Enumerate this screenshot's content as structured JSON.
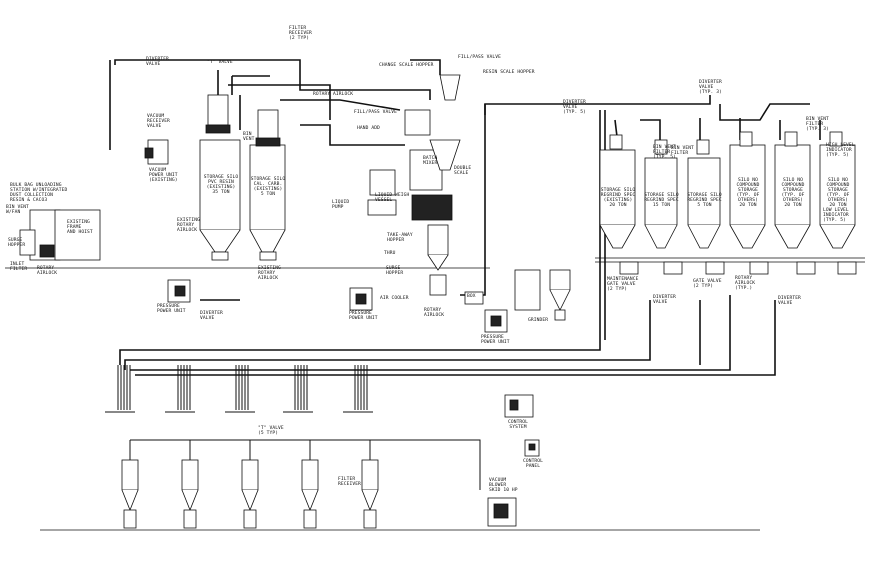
{
  "labels": {
    "diverter_valve_top": "DIVERTER\nVALVE",
    "t_valve_top": "\"T\" VALVE",
    "filter_receiver_top": "FILTER\nRECEIVER\n(2 TYP)",
    "rotary_airlock_top": "ROTARY AIRLOCK",
    "change_scale_hopper": "CHANGE SCALE HOPPER",
    "fill_pass_valve_top": "FILL/PASS VALVE",
    "resin_scale_hopper": "RESIN SCALE HOPPER",
    "vacuum_receiver": "VACUUM\nRECEIVER\nVALVE",
    "fill_pass_valve_mid": "FILL/PASS VALVE",
    "bin_vent_a": "BIN\nVENT",
    "hand_add": "HAND ADD",
    "vacuum_power_unit": "VACUUM\nPOWER UNIT\n(EXISTING)",
    "storage_silo_pvc": "STORAGE SILO\nPVC RESIN\n(EXISTING)\n35 TON",
    "storage_silo_cal": "STORAGE SILO\nCAL. CARB.\n(EXISTING)\n5 TON",
    "batch_mixer": "BATCH\nMIXER",
    "double_scale": "DOUBLE\nSCALE",
    "bulk_bag_unloading": "BULK BAG UNLOADING\nSTATION W/INTEGRATED\nDUST COLLECTION\nRESIN & CaCO3",
    "bin_vent_fan": "BIN VENT\nW/FAN",
    "existing_frame": "EXISTING\nFRAME\nAND HOIST",
    "liquid_pump": "LIQUID\nPUMP",
    "liquid_weigh_vessel": "LIQUID WEIGH\nVESSEL",
    "existing_rotary_airlock_a": "EXISTING\nROTARY\nAIRLOCK",
    "existing_rotary_airlock_b": "EXISTING\nROTARY\nAIRLOCK",
    "surge_hopper": "SURGE\nHOPPER",
    "inlet_filter": "INLET\nFILTER",
    "rotary_airlock_left": "ROTARY\nAIRLOCK",
    "take_away_hopper": "TAKE-AWAY\nHOPPER",
    "surge_hopper_mid": "SURGE\nHOPPER",
    "thru": "THRU",
    "pressure_power_unit_a": "PRESSURE\nPOWER UNIT",
    "diverter_valve_a": "DIVERTER\nVALVE",
    "pressure_power_unit_b": "PRESSURE\nPOWER UNIT",
    "air_cooler": "AIR COOLER",
    "rotary_airlock_mid": "ROTARY\nAIRLOCK",
    "box": "BOX",
    "pressure_power_unit_c": "PRESSURE\nPOWER UNIT",
    "grinder": "GRINDER",
    "diverter_valve_typ5": "DIVERTER\nVALVE\n(TYP. 5)",
    "diverter_valve_typ3": "DIVERTER\nVALVE\n(TYP. 3)",
    "storage_silo_a": "STORAGE SILO\nREGRIND SPEC\n(EXISTING)\n20 TON",
    "storage_silo_b": "STORAGE SILO\nREGRIND SPEC\n15 TON",
    "storage_silo_c": "STORAGE SILO\nREGRIND SPEC\n5 TON",
    "silo_d": "SILO NO\nCOMPOUND\nSTORAGE\n(TYP. OF OTHERS)\n20 TON",
    "silo_e": "SILO NO\nCOMPOUND\nSTORAGE\n(TYP. OF OTHERS)\n20 TON",
    "silo_f": "SILO NO\nCOMPOUND\nSTORAGE\n(TYP. OF OTHERS)\n20 TON",
    "bin_vent_filter_typ5": "BIN VENT\nFILTER\n(TYP. 5)",
    "bin_vent_filter_a": "BIN VENT\nFILTER",
    "bin_vent_filter_typ3": "BIN VENT\nFILTER\n(TYP. 3)",
    "high_level_indicator": "HIGH LEVEL\nINDICATOR\n(TYP. 5)",
    "low_level_indicator": "LOW LEVEL\nINDICATOR\n(TYP. 5)",
    "maintenance_gate_valve": "MAINTENANCE\nGATE VALVE\n(2 TYP)",
    "diverter_valve_b": "DIVERTER\nVALVE",
    "gate_valve_typ": "GATE VALVE\n(2 TYP)",
    "rotary_airlock_typ": "ROTARY\nAIRLOCK\n(TYP.)",
    "diverter_valve_c": "DIVERTER\nVALVE",
    "control_system": "CONTROL\nSYSTEM",
    "control_panel": "CONTROL\nPANEL",
    "t_valve_bottom": "\"T\" VALVE\n(5 TYP)",
    "filter_receiver_bottom": "FILTER\nRECEIVER",
    "vacuum_blower": "VACUUM\nBLOWER\nSKID 10 HP"
  }
}
